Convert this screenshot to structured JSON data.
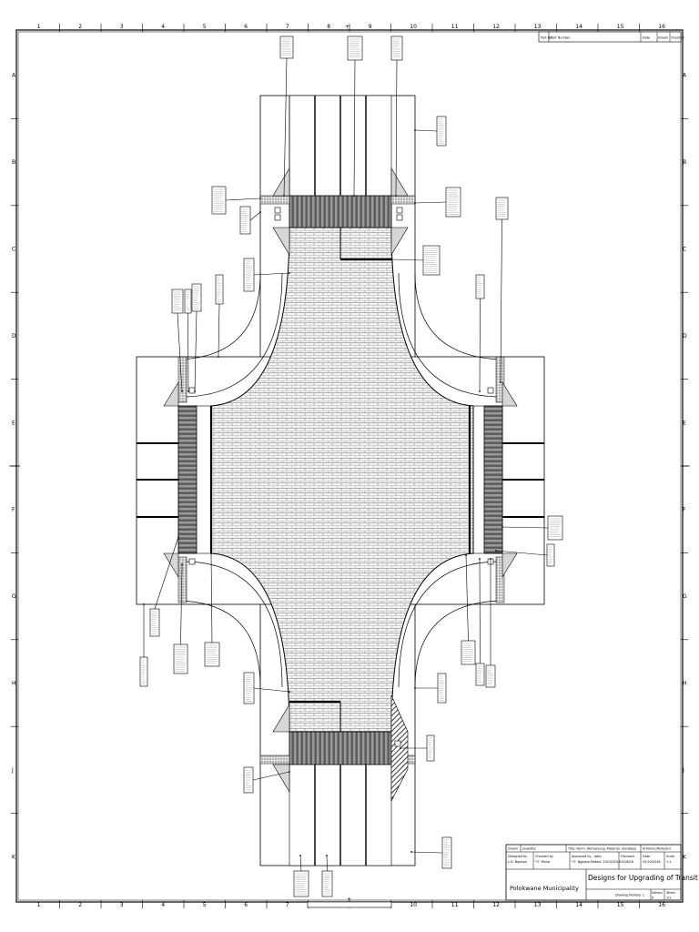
{
  "drawing": {
    "grid_top_numbers": [
      "1",
      "2",
      "3",
      "4",
      "5",
      "6",
      "7",
      "8",
      "9",
      "10",
      "11",
      "12",
      "13",
      "14",
      "15",
      "16"
    ],
    "grid_bottom_numbers": [
      "1",
      "2",
      "3",
      "4",
      "5",
      "6",
      "7",
      "8",
      "9",
      "10",
      "11",
      "12",
      "13",
      "14",
      "15",
      "16"
    ],
    "grid_side_letters": [
      "A",
      "B",
      "C",
      "D",
      "E",
      "F",
      "G",
      "H",
      "J",
      "K"
    ],
    "centre_mark_symbol": "+"
  },
  "title_block": {
    "top_strip": {
      "field_a": "Part No.",
      "field_a_value": "Part Number",
      "field_b": "Date",
      "field_c": "Drawn",
      "field_d": "Checked"
    },
    "header_row": {
      "col1": "Drawn",
      "col2": "Quantity",
      "col3": "Titel, Norm, Abmessung, Material, Sonstiges",
      "col4": "Artikelnr./Referenz"
    },
    "detail_row": {
      "designer_label": "Designed by",
      "designer_value": "L.D. Ngoepe",
      "checker_label": "Checked by",
      "checker_value": "T.T. Moha",
      "approver_label": "Approved by - date",
      "approver_value": "T.T. Ngoepe-Matolo, 25/10/2016",
      "filename_label": "Filename",
      "filename_value": "1208/16",
      "date_label": "Date",
      "date_value": "25/10/2016",
      "scale_label": "Scale",
      "scale_value": "1:1"
    },
    "company": "Polokwane Municipality",
    "title": "Designs for Upgrading of Transit Mall",
    "drawing_number_label": "Drawing Number 1",
    "edition_label": "Edition",
    "edition_value": "0",
    "sheet_label": "Sheet",
    "sheet_value": "1/1"
  }
}
